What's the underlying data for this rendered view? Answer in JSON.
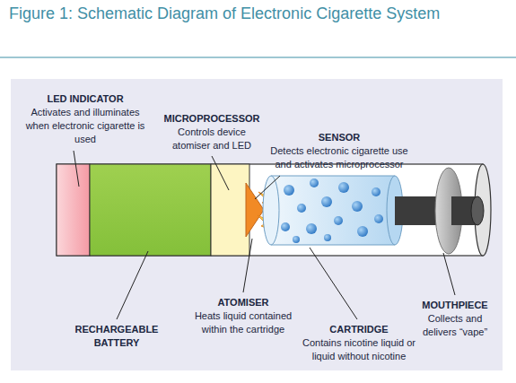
{
  "diagram": {
    "title": "Figure 1: Schematic Diagram of Electronic Cigarette System",
    "labels": [
      "LED INDICATOR",
      "Activates and illuminates when electronic cigarette is used",
      "MICROPROCESSOR",
      "Controls device atomiser and LED",
      "SENSOR",
      "Detects electronic cigarette use and activates microprocessor",
      "ATOMISER",
      "Heats liquid contained within the cartridge",
      "RECHARGEABLE BATTERY",
      "CARTRIDGE",
      "Contains nicotine liquid or liquid without nicotine",
      "MOUTHPIECE",
      "Collects and delivers “vape”"
    ]
  }
}
